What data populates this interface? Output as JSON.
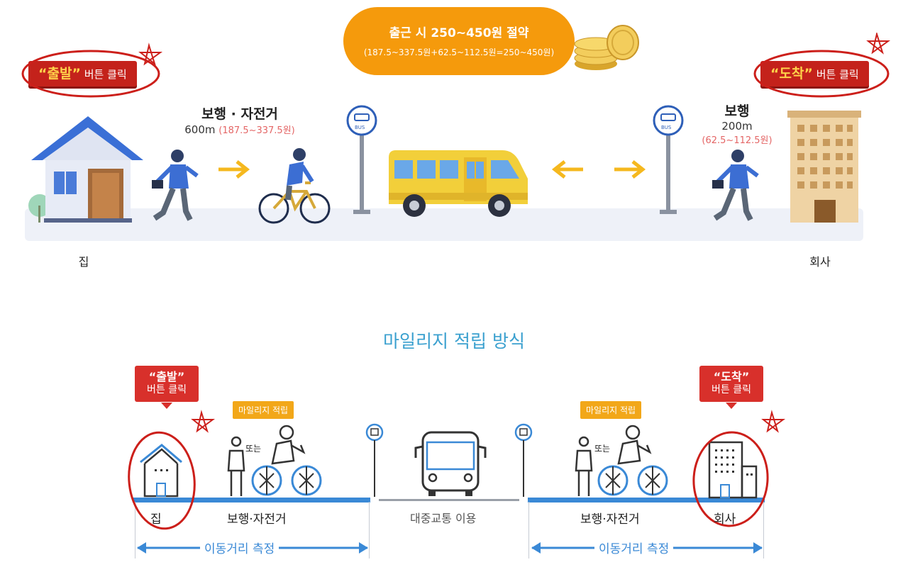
{
  "top": {
    "savings_line1": "출근 시 250~450원 절약",
    "savings_line2": "(187.5~337.5원+62.5~112.5원=250~450원)",
    "start_button": {
      "quote": "“출발”",
      "text": " 버튼 클릭"
    },
    "arrive_button": {
      "quote": "“도착”",
      "text": " 버튼 클릭"
    },
    "segment_walk_bike": {
      "title": "보행 · 자전거",
      "distance": "600m",
      "range": "(187.5~337.5원)"
    },
    "segment_walk": {
      "title": "보행",
      "distance": "200m",
      "range": "(62.5~112.5원)"
    },
    "bus_sign_text": "BUS",
    "home_label": "집",
    "work_label": "회사"
  },
  "bottom": {
    "title": "마일리지 적립 방식",
    "start_tag": {
      "quote": "“출발”",
      "text": "버튼 클릭"
    },
    "arrive_tag": {
      "quote": "“도착”",
      "text": "버튼 클릭"
    },
    "mileage_tag": "마일리지 적립",
    "or_text": "또는",
    "home_label": "집",
    "work_label": "회사",
    "walk_bike_label": "보행·자전거",
    "transit_label": "대중교통 이용",
    "measure_label": "이동거리 측정"
  },
  "colors": {
    "orange": "#f59a0c",
    "red": "#c4221b",
    "blue": "#3a89d6",
    "yellow": "#f2a719",
    "title_blue": "#3aa0cf"
  }
}
